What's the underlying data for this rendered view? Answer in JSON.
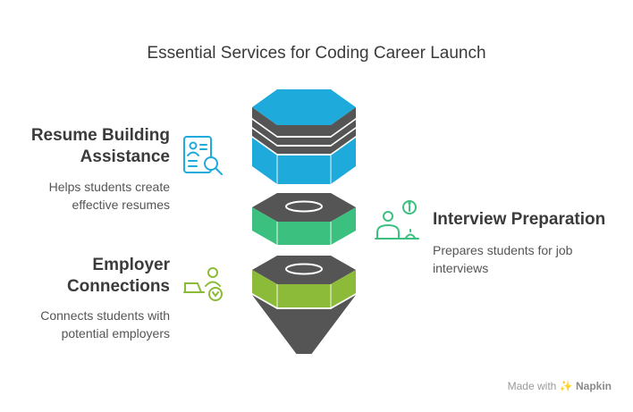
{
  "title": "Essential Services for Coding Career Launch",
  "services": [
    {
      "heading_line1": "Resume Building",
      "heading_line2": "Assistance",
      "desc_line1": "Helps students create",
      "desc_line2": "effective resumes",
      "color": "#1EAADB",
      "icon": "resume-search-icon"
    },
    {
      "heading_line1": "Interview Preparation",
      "heading_line2": "",
      "desc_line1": "Prepares students for job",
      "desc_line2": "interviews",
      "color": "#3CC07F",
      "icon": "interview-person-icon"
    },
    {
      "heading_line1": "Employer",
      "heading_line2": "Connections",
      "desc_line1": "Connects students with",
      "desc_line2": "potential employers",
      "color": "#8CBB3A",
      "icon": "networking-icon"
    }
  ],
  "footer": {
    "made_with": "Made with",
    "brand": "Napkin"
  }
}
